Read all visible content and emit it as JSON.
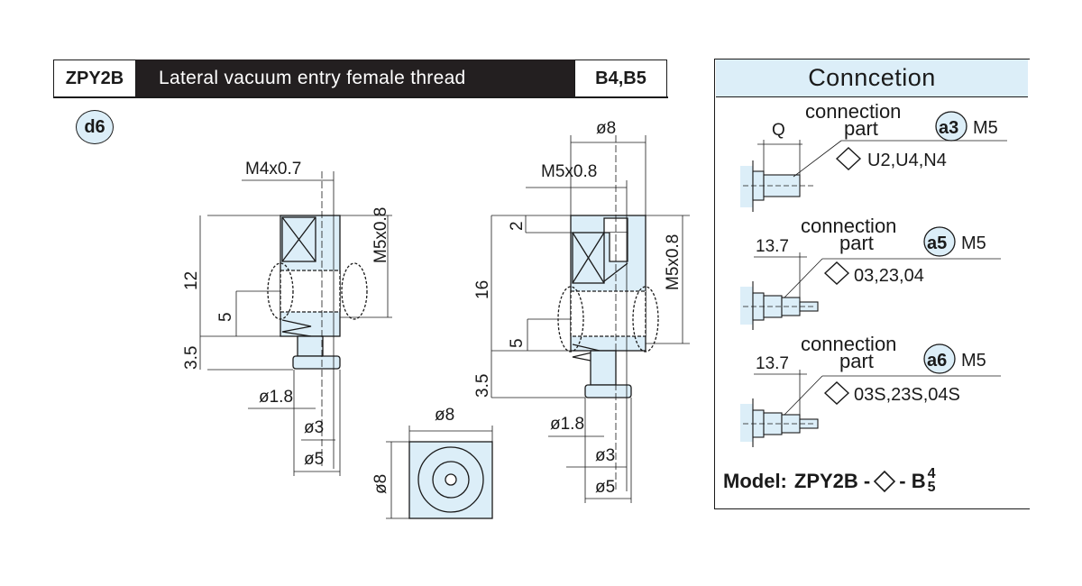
{
  "header": {
    "model_code": "ZPY2B",
    "title": "Lateral vacuum entry female thread",
    "sizes": "B4,B5"
  },
  "badge": "d6",
  "left_drawing": {
    "thread_top": "M4x0.7",
    "thread_side": "M5x0.8",
    "height_total": "12",
    "height_port": "5",
    "height_stem": "3.5",
    "dia_hole": "ø1.8",
    "dia_stem": "ø3",
    "dia_pad": "ø5"
  },
  "middle_drawing": {
    "width_top": "ø8",
    "thread_top": "M5x0.8",
    "depth_top": "2",
    "thread_side": "M5x0.8",
    "height_total": "16",
    "height_port": "5",
    "height_stem": "3.5",
    "dia_hole": "ø1.8",
    "dia_stem": "ø3",
    "dia_pad": "ø5"
  },
  "bottom_view": {
    "width": "ø8",
    "height": "ø8"
  },
  "connection_panel": {
    "title": "Conncetion",
    "items": [
      {
        "dim": "Q",
        "label_line1": "connection",
        "label_line2": "part",
        "code": "a3",
        "thread": "M5",
        "options": "U2,U4,N4"
      },
      {
        "dim": "13.7",
        "label_line1": "connection",
        "label_line2": "part",
        "code": "a5",
        "thread": "M5",
        "options": "03,23,04"
      },
      {
        "dim": "13.7",
        "label_line1": "connection",
        "label_line2": "part",
        "code": "a6",
        "thread": "M5",
        "options": "03S,23S,04S"
      }
    ],
    "model": {
      "label": "Model:",
      "prefix": "ZPY2B -",
      "mid": "- B",
      "sup": "4",
      "sub": "5"
    }
  }
}
